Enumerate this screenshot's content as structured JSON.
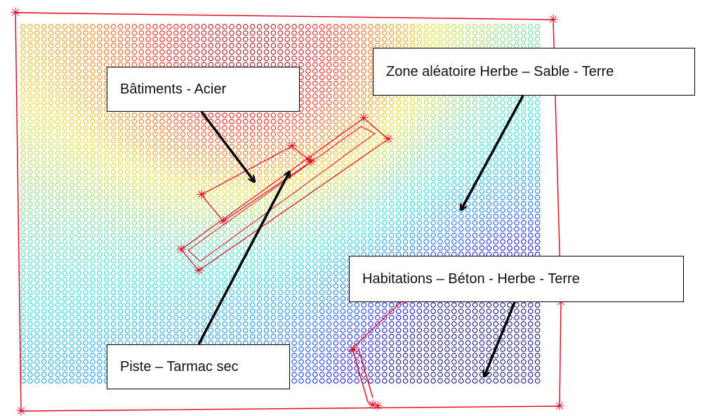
{
  "labels": {
    "batiments": "Bâtiments - Acier",
    "zone": "Zone aléatoire Herbe – Sable - Terre",
    "habitations": "Habitations – Béton - Herbe - Terre",
    "piste": "Piste – Tarmac sec"
  },
  "colors": {
    "boundary": "#e0001a",
    "arrow": "#000000",
    "heat_low": "#0000c8",
    "heat_high": "#b40000"
  },
  "marker_glyph": "✳"
}
